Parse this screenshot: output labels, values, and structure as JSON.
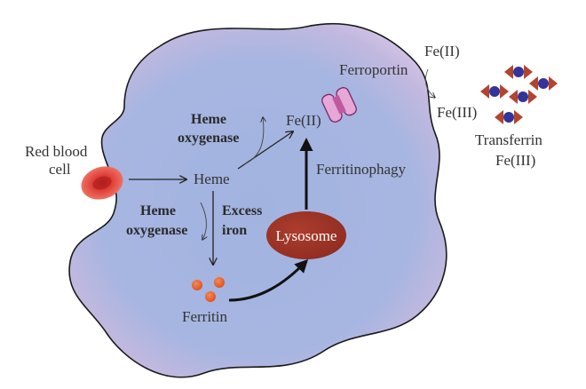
{
  "labels": {
    "red_blood_cell_line1": "Red blood",
    "red_blood_cell_line2": "cell",
    "heme": "Heme",
    "heme_oxygenase_top_1": "Heme",
    "heme_oxygenase_top_2": "oxygenase",
    "heme_oxygenase_bottom_1": "Heme",
    "heme_oxygenase_bottom_2": "oxygenase",
    "excess_iron_1": "Excess",
    "excess_iron_2": "iron",
    "fe2_cell": "Fe(II)",
    "ferritinophagy": "Ferritinophagy",
    "lysosome": "Lysosome",
    "ferritin": "Ferritin",
    "ferroportin": "Ferroportin",
    "fe2_out": "Fe(II)",
    "fe3_out": "Fe(III)",
    "transferrin_1": "Transferrin",
    "transferrin_2": "Fe(III)"
  },
  "colors": {
    "cell_fill": "#a9b8e0",
    "cell_edge": "#1a1a1a",
    "cell_glow": "#c8b7dc",
    "lysosome": "#9b3326",
    "ferritin": "#e65a2b",
    "rbc": "#e0413a",
    "ferroportin": "#d070b0",
    "transferrin_core": "#33339a",
    "transferrin_wing": "#b2452e"
  }
}
